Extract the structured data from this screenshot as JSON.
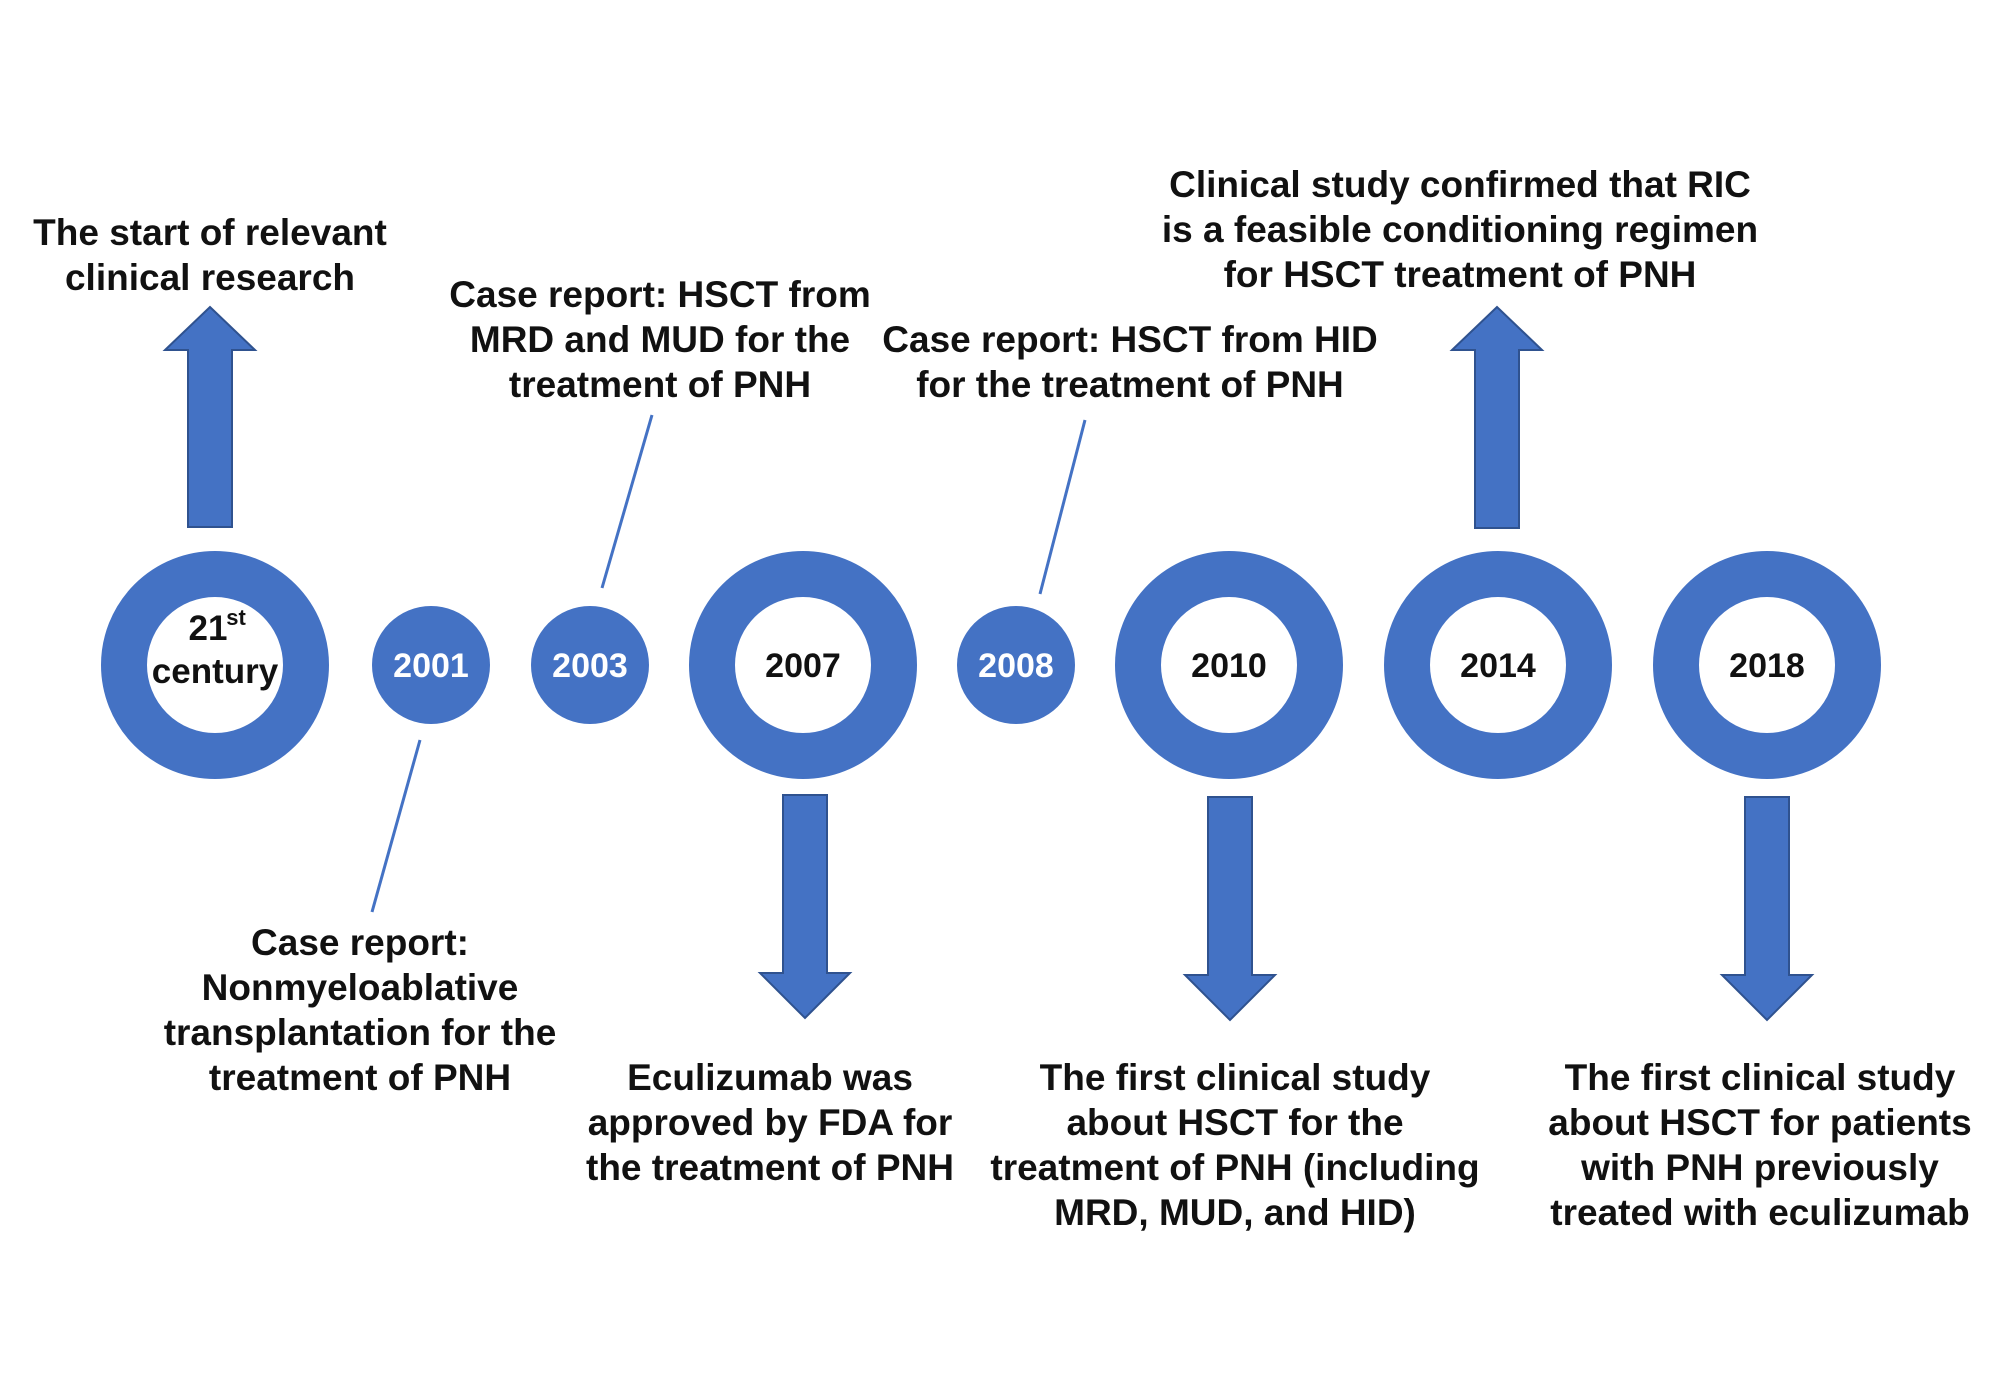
{
  "colors": {
    "accent": "#4472C4",
    "text": "#111111",
    "background": "#ffffff"
  },
  "nodes": [
    {
      "id": "c21",
      "label_main": "21",
      "label_sup": "st",
      "label_line2": "century",
      "kind": "ring"
    },
    {
      "id": "y2001",
      "label": "2001",
      "kind": "dot"
    },
    {
      "id": "y2003",
      "label": "2003",
      "kind": "dot"
    },
    {
      "id": "y2007",
      "label": "2007",
      "kind": "ring"
    },
    {
      "id": "y2008",
      "label": "2008",
      "kind": "dot"
    },
    {
      "id": "y2010",
      "label": "2010",
      "kind": "ring"
    },
    {
      "id": "y2014",
      "label": "2014",
      "kind": "ring"
    },
    {
      "id": "y2018",
      "label": "2018",
      "kind": "ring"
    }
  ],
  "events": {
    "c21": [
      "The start of relevant",
      "clinical research"
    ],
    "y2001": [
      "Case report:",
      "Nonmyeloablative",
      "transplantation for the",
      "treatment of PNH"
    ],
    "y2003": [
      "Case report: HSCT from",
      "MRD and MUD for the",
      "treatment of PNH"
    ],
    "y2007": [
      "Eculizumab was",
      "approved by FDA for",
      "the treatment of PNH"
    ],
    "y2008": [
      "Case report: HSCT from HID",
      "for the treatment of PNH"
    ],
    "y2010": [
      "The first clinical study",
      "about HSCT for the",
      "treatment of PNH (including",
      "MRD, MUD, and HID)"
    ],
    "y2014": [
      "Clinical study confirmed that RIC",
      "is a feasible conditioning regimen",
      "for HSCT treatment of PNH"
    ],
    "y2018": [
      "The first clinical study",
      "about HSCT for patients",
      "with PNH previously",
      "treated with eculizumab"
    ]
  }
}
